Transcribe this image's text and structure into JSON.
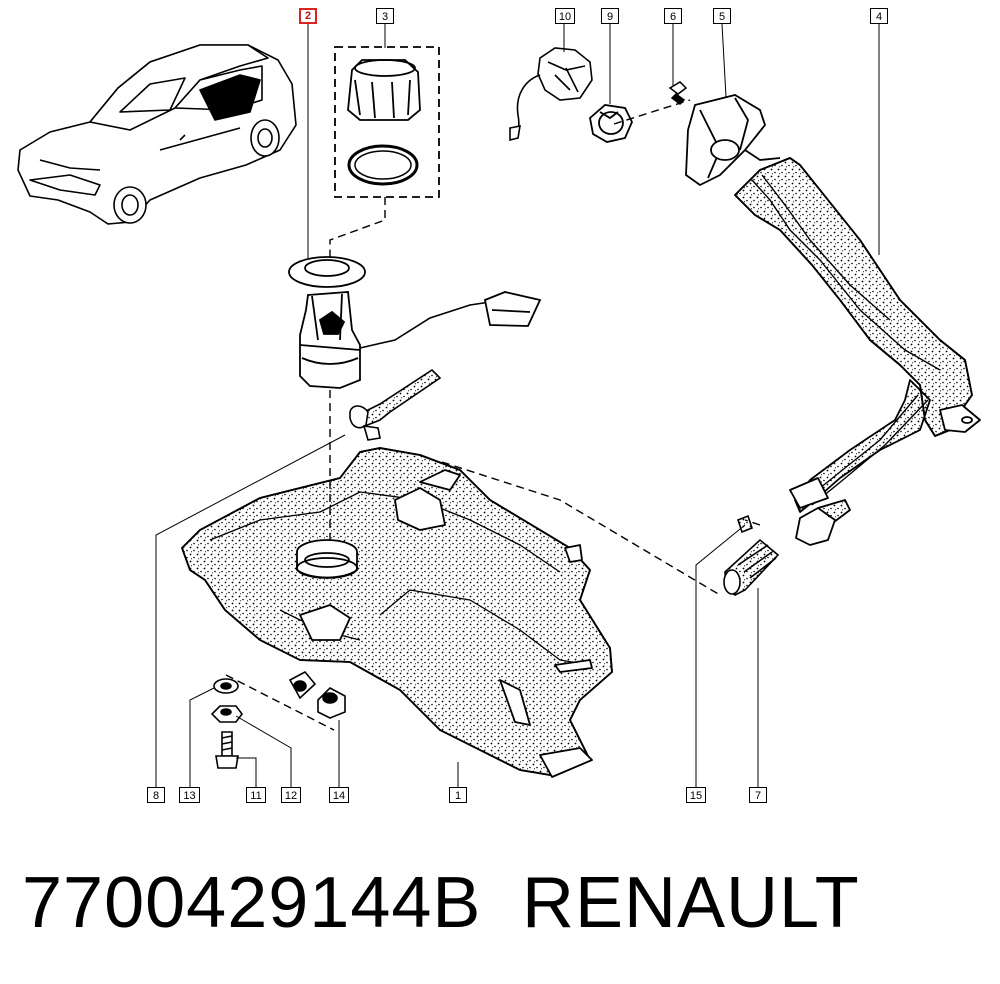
{
  "diagram": {
    "callouts": [
      {
        "id": "1",
        "label": "1",
        "highlighted": false
      },
      {
        "id": "2",
        "label": "2",
        "highlighted": true
      },
      {
        "id": "3",
        "label": "3",
        "highlighted": false
      },
      {
        "id": "4",
        "label": "4",
        "highlighted": false
      },
      {
        "id": "5",
        "label": "5",
        "highlighted": false
      },
      {
        "id": "6",
        "label": "6",
        "highlighted": false
      },
      {
        "id": "7",
        "label": "7",
        "highlighted": false
      },
      {
        "id": "8",
        "label": "8",
        "highlighted": false
      },
      {
        "id": "9",
        "label": "9",
        "highlighted": false
      },
      {
        "id": "10",
        "label": "10",
        "highlighted": false
      },
      {
        "id": "11",
        "label": "11",
        "highlighted": false
      },
      {
        "id": "12",
        "label": "12",
        "highlighted": false
      },
      {
        "id": "13",
        "label": "13",
        "highlighted": false
      },
      {
        "id": "14",
        "label": "14",
        "highlighted": false
      },
      {
        "id": "15",
        "label": "15",
        "highlighted": false
      }
    ],
    "highlight_color": "#d9231f",
    "line_color": "#000000",
    "fill_color": "#ffffff",
    "stipple_color": "#000000"
  },
  "footer": {
    "part_number": "7700429144B",
    "brand": "RENAULT"
  }
}
